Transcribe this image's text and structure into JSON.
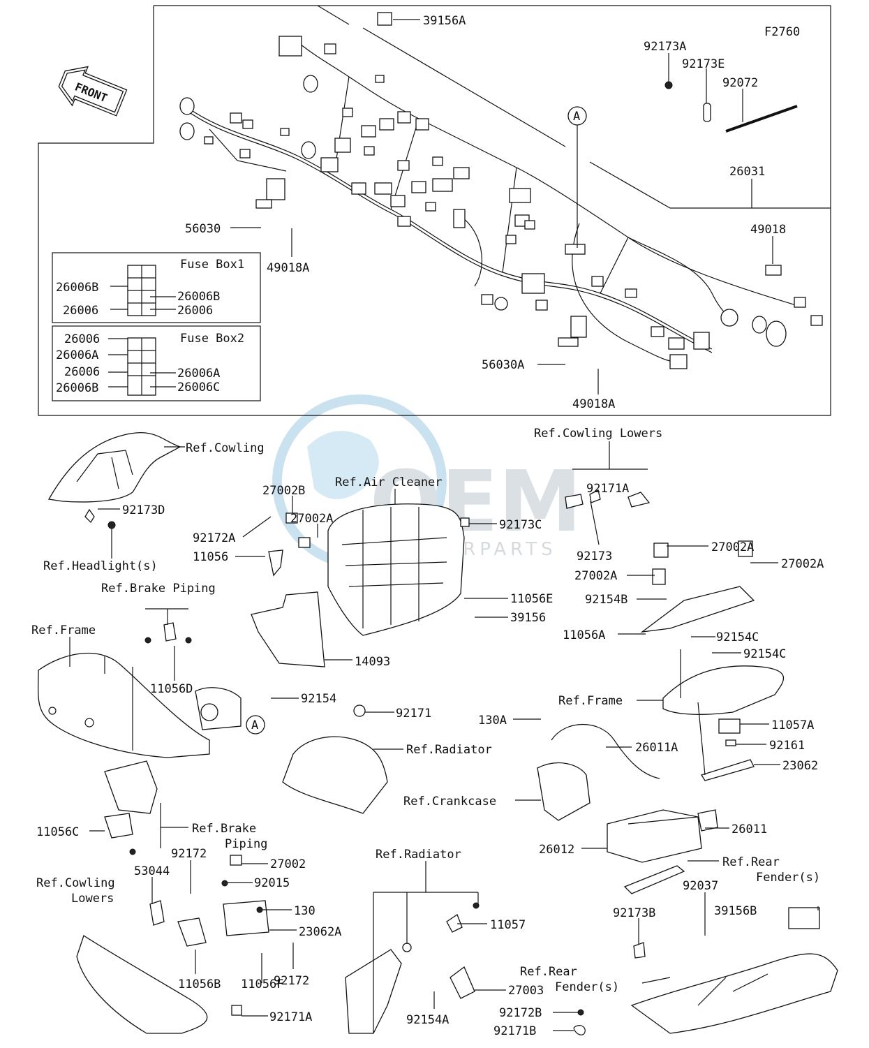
{
  "code": "F2760",
  "front_label": "FRONT",
  "watermark": {
    "brand": "OEM",
    "sub": "MOTORPARTS"
  },
  "fuse_box1": {
    "title": "Fuse Box1",
    "left": [
      "26006B",
      "26006"
    ],
    "right": [
      "26006B",
      "26006"
    ]
  },
  "fuse_box2": {
    "title": "Fuse Box2",
    "left": [
      "26006",
      "26006A",
      "26006",
      "26006B"
    ],
    "right": [
      "26006A",
      "26006C"
    ]
  },
  "callouts": {
    "a_top": "A",
    "a_mid": "A"
  },
  "labels": [
    {
      "key": "c39156A",
      "text": "39156A"
    },
    {
      "key": "c92173A",
      "text": "92173A"
    },
    {
      "key": "c92173E",
      "text": "92173E"
    },
    {
      "key": "c92072",
      "text": "92072"
    },
    {
      "key": "c26031",
      "text": "26031"
    },
    {
      "key": "c49018",
      "text": "49018"
    },
    {
      "key": "c56030",
      "text": "56030"
    },
    {
      "key": "c49018A_1",
      "text": "49018A"
    },
    {
      "key": "c56030A",
      "text": "56030A"
    },
    {
      "key": "c49018A_2",
      "text": "49018A"
    },
    {
      "key": "refCowling",
      "text": "Ref.Cowling"
    },
    {
      "key": "c92173D",
      "text": "92173D"
    },
    {
      "key": "refHeadlight",
      "text": "Ref.Headlight(s)"
    },
    {
      "key": "refAirCleaner",
      "text": "Ref.Air Cleaner"
    },
    {
      "key": "c27002B",
      "text": "27002B"
    },
    {
      "key": "c27002A_1",
      "text": "27002A"
    },
    {
      "key": "c92172A",
      "text": "92172A"
    },
    {
      "key": "c11056",
      "text": "11056"
    },
    {
      "key": "c92173C",
      "text": "92173C"
    },
    {
      "key": "refBrakePiping1",
      "text": "Ref.Brake Piping"
    },
    {
      "key": "refFrame1",
      "text": "Ref.Frame"
    },
    {
      "key": "c11056D",
      "text": "11056D"
    },
    {
      "key": "c11056E",
      "text": "11056E"
    },
    {
      "key": "c39156",
      "text": "39156"
    },
    {
      "key": "c14093",
      "text": "14093"
    },
    {
      "key": "c92154",
      "text": "92154"
    },
    {
      "key": "c92171",
      "text": "92171"
    },
    {
      "key": "refRadiator1",
      "text": "Ref.Radiator"
    },
    {
      "key": "refCowlingLowers1",
      "text": "Ref.Cowling Lowers"
    },
    {
      "key": "c92171A_1",
      "text": "92171A"
    },
    {
      "key": "c92173",
      "text": "92173"
    },
    {
      "key": "c27002A_2",
      "text": "27002A"
    },
    {
      "key": "c27002A_3",
      "text": "27002A"
    },
    {
      "key": "c27002A_4",
      "text": "27002A"
    },
    {
      "key": "c92154B",
      "text": "92154B"
    },
    {
      "key": "c11056A",
      "text": "11056A"
    },
    {
      "key": "c92154C_1",
      "text": "92154C"
    },
    {
      "key": "c92154C_2",
      "text": "92154C"
    },
    {
      "key": "refFrame2",
      "text": "Ref.Frame"
    },
    {
      "key": "c130A",
      "text": "130A"
    },
    {
      "key": "c11057A",
      "text": "11057A"
    },
    {
      "key": "c92161",
      "text": "92161"
    },
    {
      "key": "c26011A",
      "text": "26011A"
    },
    {
      "key": "c23062",
      "text": "23062"
    },
    {
      "key": "refCrankcase",
      "text": "Ref.Crankcase"
    },
    {
      "key": "c26011",
      "text": "26011"
    },
    {
      "key": "c26012",
      "text": "26012"
    },
    {
      "key": "refRearFender1a",
      "text": "Ref.Rear"
    },
    {
      "key": "refRearFender1b",
      "text": "Fender(s)"
    },
    {
      "key": "c92037",
      "text": "92037"
    },
    {
      "key": "c92173B",
      "text": "92173B"
    },
    {
      "key": "c39156B",
      "text": "39156B"
    },
    {
      "key": "c11056C",
      "text": "11056C"
    },
    {
      "key": "refBrakePiping2a",
      "text": "Ref.Brake"
    },
    {
      "key": "refBrakePiping2b",
      "text": "Piping"
    },
    {
      "key": "c92172_1",
      "text": "92172"
    },
    {
      "key": "c27002",
      "text": "27002"
    },
    {
      "key": "c53044",
      "text": "53044"
    },
    {
      "key": "c92015",
      "text": "92015"
    },
    {
      "key": "refCowlingLowers2a",
      "text": "Ref.Cowling"
    },
    {
      "key": "refCowlingLowers2b",
      "text": "Lowers"
    },
    {
      "key": "c130",
      "text": "130"
    },
    {
      "key": "c23062A",
      "text": "23062A"
    },
    {
      "key": "c92172_2",
      "text": "92172"
    },
    {
      "key": "c11056B",
      "text": "11056B"
    },
    {
      "key": "c11056F",
      "text": "11056F"
    },
    {
      "key": "c92171A_2",
      "text": "92171A"
    },
    {
      "key": "refRadiator2",
      "text": "Ref.Radiator"
    },
    {
      "key": "c11057",
      "text": "11057"
    },
    {
      "key": "c27003",
      "text": "27003"
    },
    {
      "key": "c92154A",
      "text": "92154A"
    },
    {
      "key": "refRearFender2a",
      "text": "Ref.Rear"
    },
    {
      "key": "refRearFender2b",
      "text": "Fender(s)"
    },
    {
      "key": "c92172B",
      "text": "92172B"
    },
    {
      "key": "c92171B",
      "text": "92171B"
    }
  ]
}
